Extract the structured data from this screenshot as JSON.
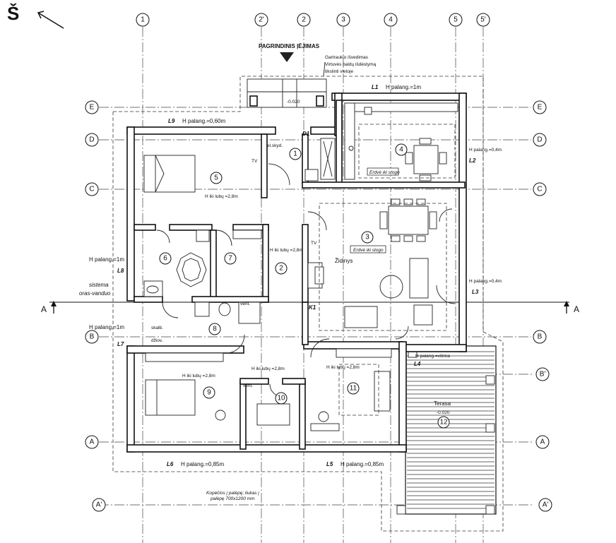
{
  "north_label": "Š",
  "entrance_label": "PAGRINDINIS ĮĖJIMAS",
  "entrance_level": "-0.020",
  "note_top": [
    "Gartraukio išvedimas",
    "Virtuvės baldų išdėstymą",
    "tikslinti vietoje"
  ],
  "axis_labels": {
    "cols": [
      "1",
      "2'",
      "2",
      "3",
      "4",
      "5",
      "5'"
    ],
    "rows_left": [
      "E",
      "D",
      "C",
      "B",
      "A",
      "A'"
    ],
    "rows_right": [
      "E",
      "D",
      "C",
      "B",
      "B'",
      "A",
      "A'"
    ]
  },
  "section_labels": [
    "A",
    "A"
  ],
  "rooms": [
    "1",
    "2",
    "3",
    "4",
    "5",
    "6",
    "7",
    "8",
    "9",
    "10",
    "11",
    "12"
  ],
  "window_labels": {
    "L1": "L1",
    "L1_h": "H palang.=1m",
    "L9": "L9",
    "L9_h": "H palang.=0,60m",
    "L2": "L2",
    "L2_h": "H palang.=0,4m",
    "L3": "L3",
    "L3_h": "H palang.=0,4m",
    "L4": "L4",
    "L4_h": "H palang.=vitrina",
    "L5": "L5",
    "L5_h": "H palang.=0,85m",
    "L6": "L6",
    "L6_h": "H palang.=0,85m",
    "L7": "L7",
    "L7_h": "H palang.=1m",
    "L8": "L8",
    "L8_h": "H palang.=1m"
  },
  "door_labels": {
    "D1": "D1",
    "K1": "K1"
  },
  "ceiling_heights": {
    "r5": "H iki lubų =2,8m",
    "r2": "H iki lubų =2,8m",
    "r9": "H iki lubų =2,8m",
    "r10": "H iki lubų =2,8m",
    "r11": "H iki lubų =2,8m"
  },
  "space_labels": {
    "r4": "Erdvė iki stogo",
    "r3": "Erdvė iki stogo"
  },
  "misc": {
    "tv1": "TV",
    "tv2": "TV",
    "el_skyd": "el.skyd.",
    "zidinys": "Židinys",
    "vent1": "vent.",
    "vent2": "vent.",
    "skalb": "skalb.",
    "dzov": "džiov.",
    "sistema1": "sistema",
    "sistema2": "oras-vanduo",
    "terrace": "Terasa",
    "terrace_level": "-0.020",
    "attic1": "Kopėčios į palėpę; liukas į",
    "attic2": "palėpę 700x1200 mm"
  }
}
